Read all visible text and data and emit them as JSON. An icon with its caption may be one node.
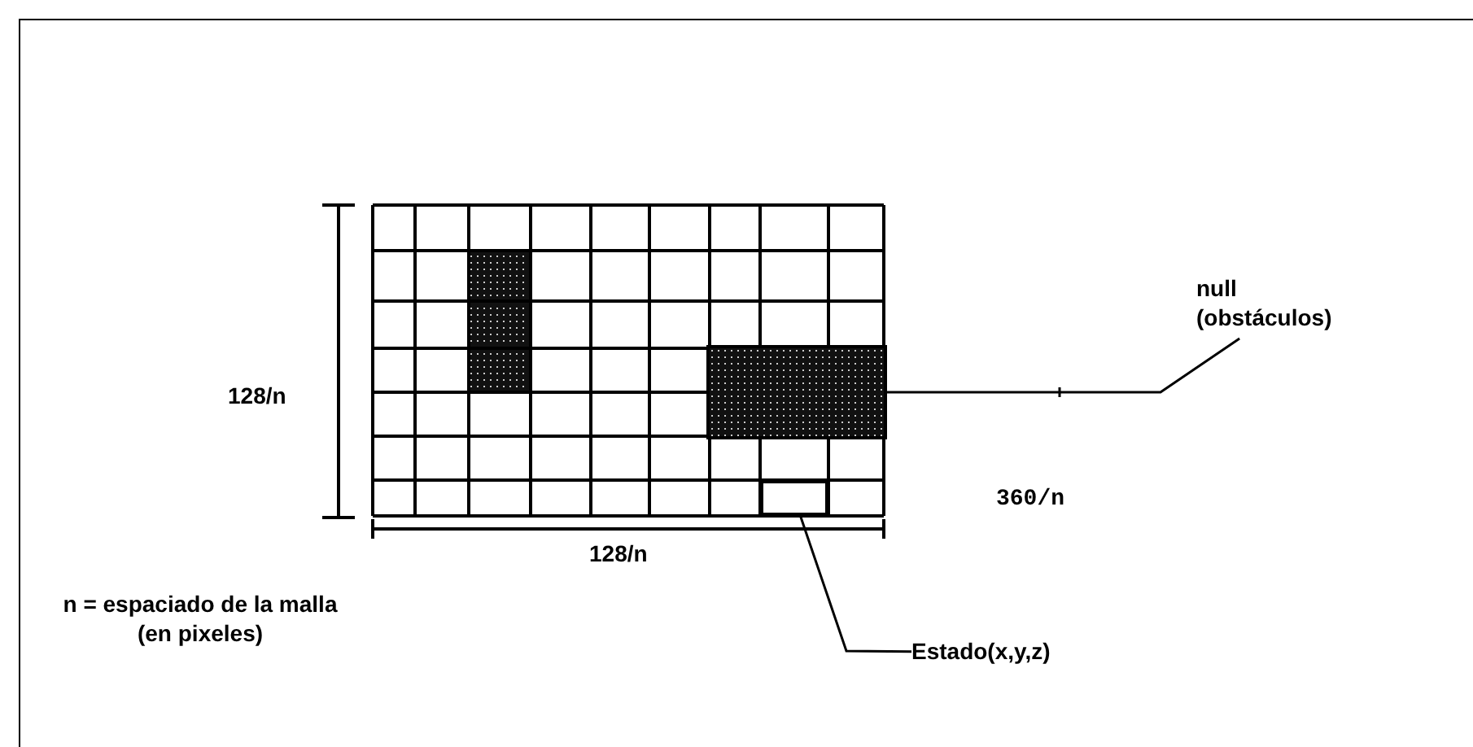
{
  "diagram": {
    "nodes": [
      {
        "text": [
          "null (obstáculos)"
        ]
      },
      {
        "text": [],
        "shape": "box"
      },
      {
        "text": [
          "Estado(x,y,z)"
        ]
      },
      {
        "text": [],
        "shape": "box"
      }
    ],
    "edges": [
      {
        "from": 0,
        "to": 1,
        "arrow": "none"
      },
      {
        "from": 2,
        "to": 3,
        "arrow": "none"
      }
    ],
    "labels": [
      "128/n",
      "128/n",
      "360/n",
      "n = espaciado de la malla (en pixeles)"
    ]
  }
}
